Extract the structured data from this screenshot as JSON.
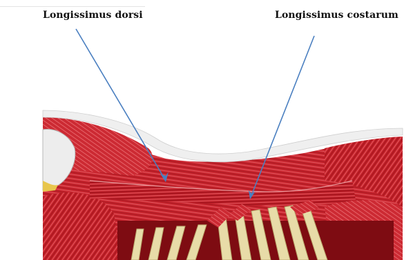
{
  "labels": {
    "left": "Longissimus dorsi",
    "right": "Longissimus costarum"
  },
  "colors": {
    "background": "#ffffff",
    "muscle": "#c8242e",
    "muscle_dark": "#8e1016",
    "fascia": "#ececec",
    "bone": "#e8dca8",
    "pointer": "#4a7fc0"
  },
  "illustration": {
    "subject": "anatomical illustration of back muscles over ribs",
    "pointers": [
      "left-pointer-arrow",
      "right-pointer-arrow"
    ]
  }
}
